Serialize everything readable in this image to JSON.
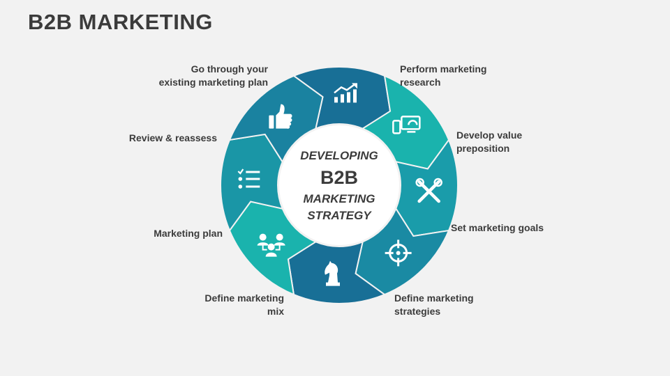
{
  "title": "B2B MARKETING",
  "center": {
    "line1": "DEVELOPING",
    "line2": "B2B",
    "line3": "MARKETING",
    "line4": "STRATEGY"
  },
  "colors": {
    "dark_blue": "#186f96",
    "teal": "#1ab3ad",
    "mid_teal": "#1a96a6",
    "text": "#3b3b3b",
    "background": "#f2f2f2"
  },
  "steps": [
    {
      "id": "go-through",
      "lines": [
        "Go through your",
        "existing marketing plan"
      ],
      "icon": "chart-up-icon",
      "color": "#186f96"
    },
    {
      "id": "perform-research",
      "lines": [
        "Perform marketing",
        "research"
      ],
      "icon": "devices-dashboard-icon",
      "color": "#1ab3ad"
    },
    {
      "id": "develop-value",
      "lines": [
        "Develop value",
        "preposition"
      ],
      "icon": "tools-icon",
      "color": "#1a9caa"
    },
    {
      "id": "set-goals",
      "lines": [
        "Set marketing goals"
      ],
      "icon": "target-icon",
      "color": "#1a8aa3"
    },
    {
      "id": "define-strategies",
      "lines": [
        "Define marketing",
        "strategies"
      ],
      "icon": "chess-knight-icon",
      "color": "#186f96"
    },
    {
      "id": "define-mix",
      "lines": [
        "Define marketing",
        "mix"
      ],
      "icon": "team-icon",
      "color": "#1ab3ad"
    },
    {
      "id": "marketing-plan",
      "lines": [
        "Marketing plan"
      ],
      "icon": "checklist-icon",
      "color": "#1a96a6"
    },
    {
      "id": "review",
      "lines": [
        "Review & reassess"
      ],
      "icon": "thumbs-up-icon",
      "color": "#1a82a0"
    }
  ]
}
